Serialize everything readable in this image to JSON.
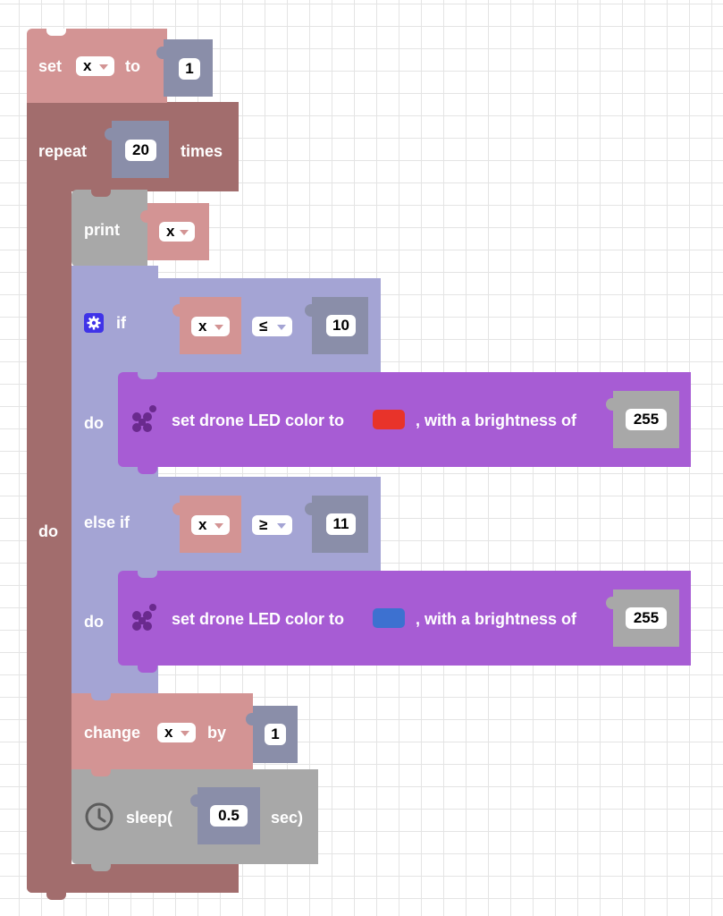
{
  "colors": {
    "variables": "#d39494",
    "loops": "#a26d6d",
    "logic": "#a4a4d4",
    "math": "#8a8ea9",
    "text": "#a8a8a8",
    "drone": "#a75cd4",
    "led_red": "#e8332a",
    "led_blue": "#3d71d0"
  },
  "blocks": {
    "set_var": {
      "label_set": "set",
      "var": "x",
      "label_to": "to",
      "value": "1"
    },
    "repeat": {
      "label_repeat": "repeat",
      "times": "20",
      "label_times": "times",
      "label_do": "do"
    },
    "print": {
      "label": "print",
      "var": "x"
    },
    "if_block": {
      "gear_icon": "gear-icon",
      "label_if": "if",
      "cond1": {
        "var": "x",
        "op": "≤",
        "value": "10"
      },
      "label_do1": "do",
      "label_else_if": "else if",
      "cond2": {
        "var": "x",
        "op": "≥",
        "value": "11"
      },
      "label_do2": "do"
    },
    "led1": {
      "label": "set drone LED color to",
      "color": "#e8332a",
      "label2": ", with a brightness of",
      "brightness": "255"
    },
    "led2": {
      "label": "set drone LED color to",
      "color": "#3d71d0",
      "label2": ", with a brightness of",
      "brightness": "255"
    },
    "change": {
      "label": "change",
      "var": "x",
      "label_by": "by",
      "value": "1"
    },
    "sleep": {
      "icon": "clock-icon",
      "label": "sleep(",
      "value": "0.5",
      "label_sec": "sec)"
    }
  }
}
